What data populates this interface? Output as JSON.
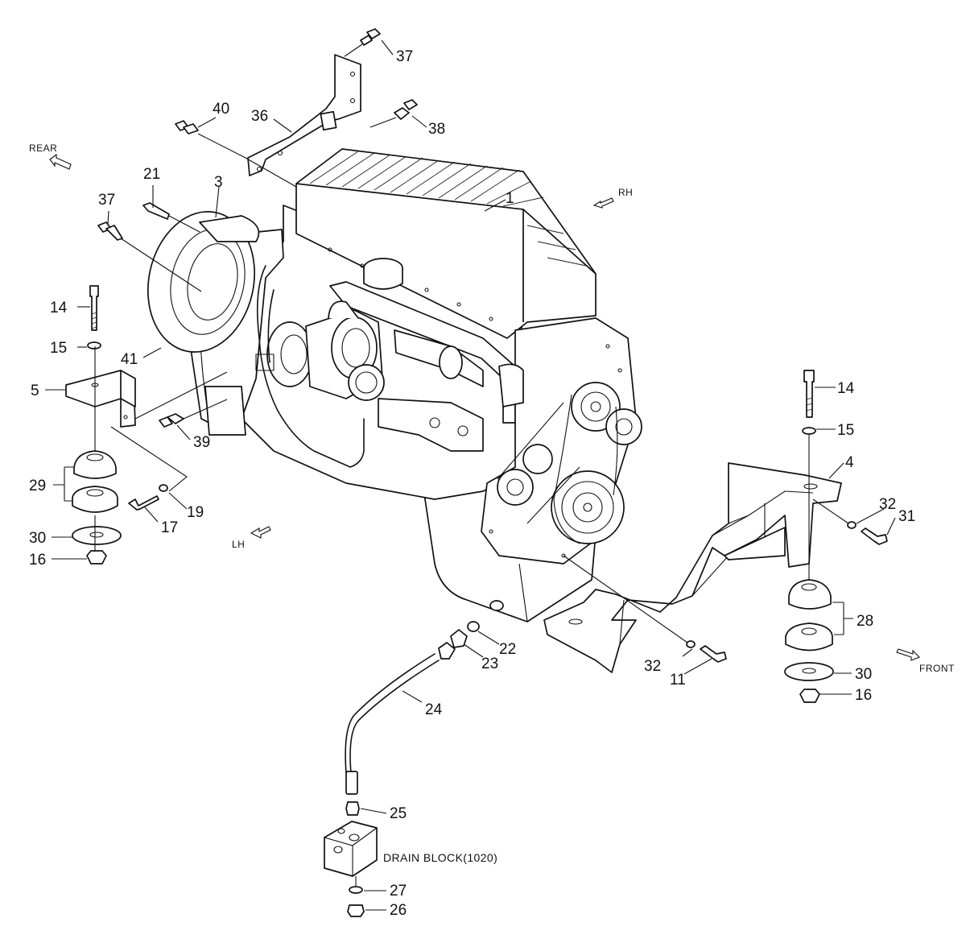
{
  "diagram": {
    "type": "exploded-parts-view",
    "callouts": [
      "1",
      "3",
      "4",
      "5",
      "11",
      "14",
      "14",
      "15",
      "15",
      "16",
      "16",
      "17",
      "19",
      "21",
      "22",
      "23",
      "24",
      "25",
      "26",
      "27",
      "28",
      "29",
      "30",
      "30",
      "31",
      "32",
      "32",
      "36",
      "37",
      "37",
      "38",
      "39",
      "40",
      "41"
    ],
    "direction_labels": {
      "rear": "REAR",
      "rh": "RH",
      "lh": "LH",
      "front": "FRONT"
    },
    "drain_block_label": "DRAIN BLOCK(1020)"
  }
}
